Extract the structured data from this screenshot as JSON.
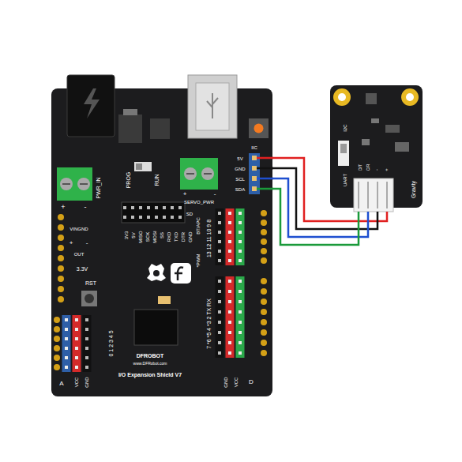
{
  "diagram": {
    "nodes": [
      {
        "text": [
          "I/O Expansion Shield V7"
        ]
      },
      {
        "text": [
          "Gravity"
        ]
      }
    ],
    "edges": [
      {
        "from": 0,
        "to": 1,
        "arrow": "none"
      },
      {
        "from": 0,
        "to": 1,
        "arrow": "none"
      },
      {
        "from": 0,
        "to": 1,
        "arrow": "none"
      },
      {
        "from": 0,
        "to": 1,
        "arrow": "none"
      }
    ],
    "labels": [
      "PWR_IN",
      "+",
      "-",
      "PROG",
      "RUN",
      "SERVO_PWR",
      "+",
      "-",
      "5V",
      "GND",
      "SCL",
      "SDA",
      "IIC",
      "BT/APC",
      "*PWM",
      "13 12 11 10 9 8",
      "7 *6 *5 4 *3 2 TX RX",
      "GND",
      "VCC",
      "D",
      "0 1 2 3 4 5",
      "A",
      "VCC",
      "GND",
      "VINGND",
      "OUT",
      "3.3V",
      "RST",
      "+",
      "-",
      "3V3",
      "5V",
      "MISO",
      "SCK",
      "MOSI",
      "SS",
      "RXD",
      "TXD",
      "DTR",
      "GND",
      "SD",
      "DFROBOT",
      "www.DFRobot.com",
      "I2C",
      "UART",
      "D/T",
      "C/R",
      "-",
      "+"
    ]
  }
}
